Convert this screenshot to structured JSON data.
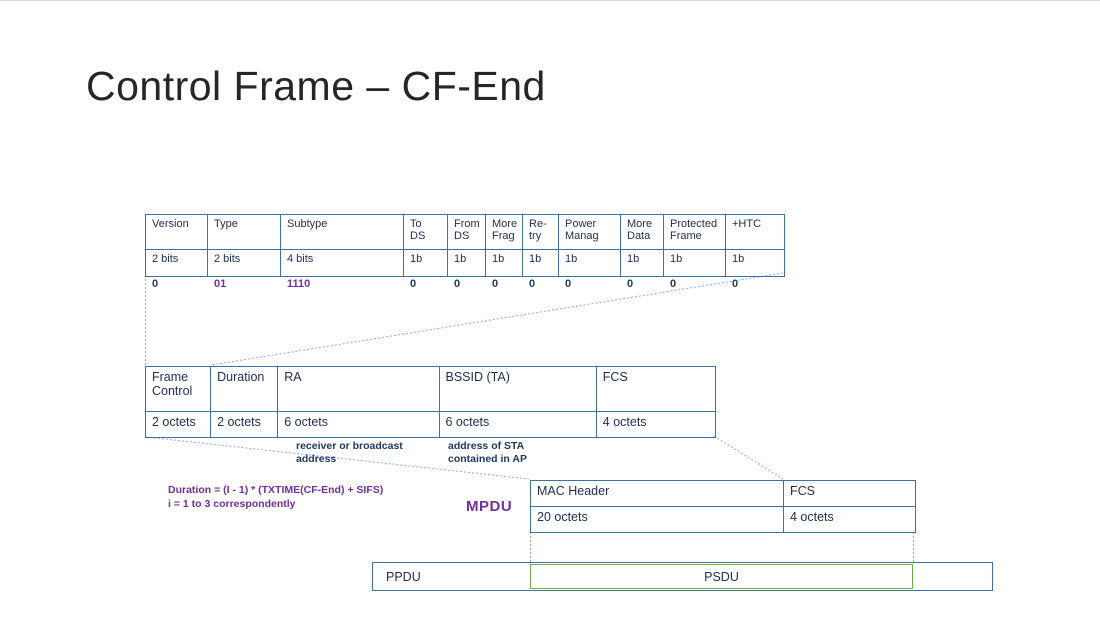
{
  "slide": {
    "title": "Control Frame – CF-End"
  },
  "bits_table": {
    "headers": [
      "Version",
      "Type",
      "Subtype",
      "To\nDS",
      "From\nDS",
      "More\nFrag",
      "Re-\ntry",
      "Power\nManag",
      "More\nData",
      "Protected\nFrame",
      "+HTC"
    ],
    "sizes": [
      "2 bits",
      "2 bits",
      "4 bits",
      "1b",
      "1b",
      "1b",
      "1b",
      "1b",
      "1b",
      "1b",
      "1b"
    ],
    "values": [
      "0",
      "01",
      "1110",
      "0",
      "0",
      "0",
      "0",
      "0",
      "0",
      "0",
      "0"
    ]
  },
  "mac_table": {
    "headers": [
      "Frame\nControl",
      "Duration",
      "RA",
      "BSSID (TA)",
      "FCS"
    ],
    "sizes": [
      "2 octets",
      "2 octets",
      "6 octets",
      "6 octets",
      "4 octets"
    ]
  },
  "mpdu_table": {
    "headers": [
      "MAC Header",
      "FCS"
    ],
    "sizes": [
      "20 octets",
      "4 octets"
    ]
  },
  "annotations": {
    "ra_note": "receiver or broadcast address",
    "bssid_note": "address of STA contained in AP",
    "duration_formula": "Duration = (I - 1) * (TXTIME(CF-End) + SIFS)",
    "duration_note": "i = 1 to 3 correspondently",
    "mpdu_label": "MPDU"
  },
  "ppdu": {
    "label": "PPDU",
    "psdu_label": "PSDU"
  },
  "colors": {
    "table_border_blue": "#41719C",
    "connector_dash_blue": "#8EAADC",
    "text_navy": "#1F3864",
    "accent_purple": "#7030A0",
    "psdu_border_green": "#70AD47",
    "title_gray": "#262626"
  }
}
